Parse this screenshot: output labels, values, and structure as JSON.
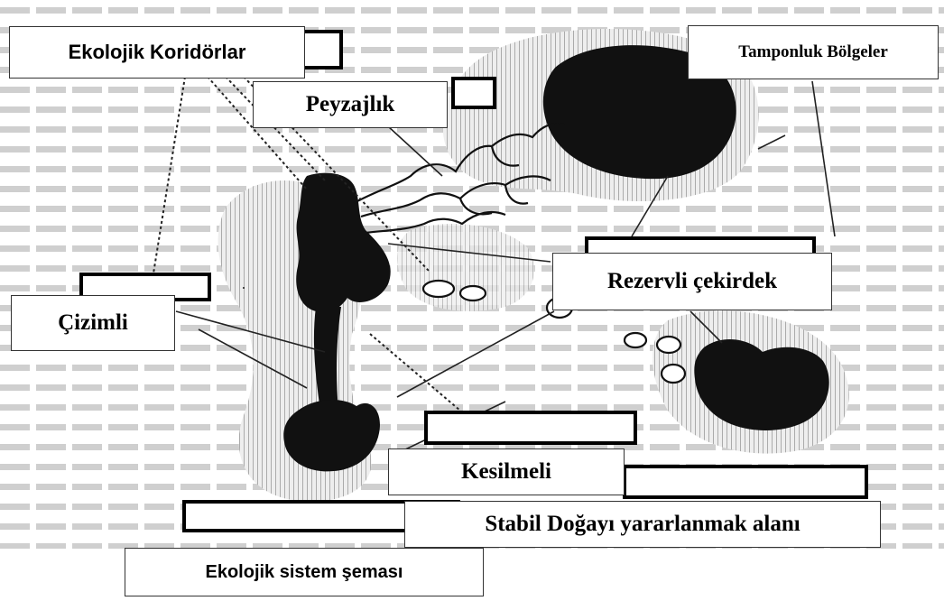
{
  "labels": {
    "ecological_corridors": "Ekolojik Koridörlar",
    "landscape": "Peyzajlık",
    "buffer_zones": "Tamponluk Bölgeler",
    "reserve_core": "Rezervli çekirdek",
    "hatched": "Çizimli",
    "cut": "Kesilmeli",
    "stable_nature_use_area": "Stabil Doğayı yararlanmak alanı",
    "ecological_system_scheme": "Ekolojik sistem şeması"
  },
  "colors": {
    "ink": "#111111",
    "hatch": "#9a9a9a",
    "page_text": "#8c8c8c"
  }
}
